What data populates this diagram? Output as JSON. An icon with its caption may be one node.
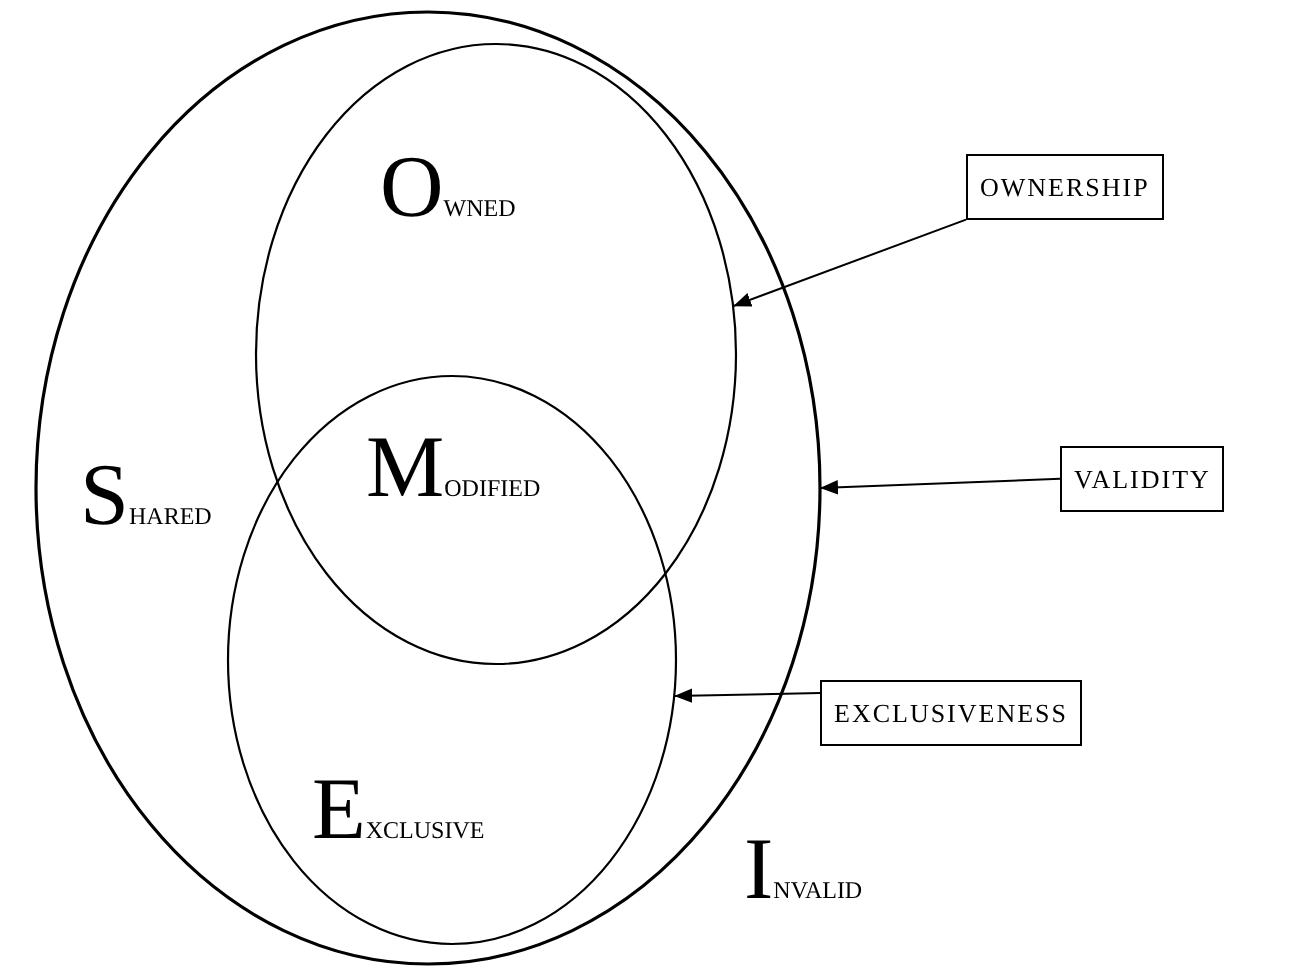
{
  "diagram": {
    "nodes": [
      {
        "text": [
          "Shared"
        ]
      },
      {
        "text": [
          "Owned"
        ],
        "in": 0
      },
      {
        "text": [
          "Exclusive"
        ],
        "in": 0
      },
      {
        "text": [
          "ownership"
        ]
      },
      {
        "text": [
          "validity"
        ]
      },
      {
        "text": [
          "exclusiveness"
        ]
      }
    ],
    "edges": [
      {
        "from": 3,
        "to": 1,
        "arrow": "to"
      },
      {
        "from": 4,
        "to": 0,
        "arrow": "to"
      },
      {
        "from": 5,
        "to": 2,
        "arrow": "to"
      }
    ],
    "labels": [
      "Modified",
      "Invalid"
    ]
  }
}
